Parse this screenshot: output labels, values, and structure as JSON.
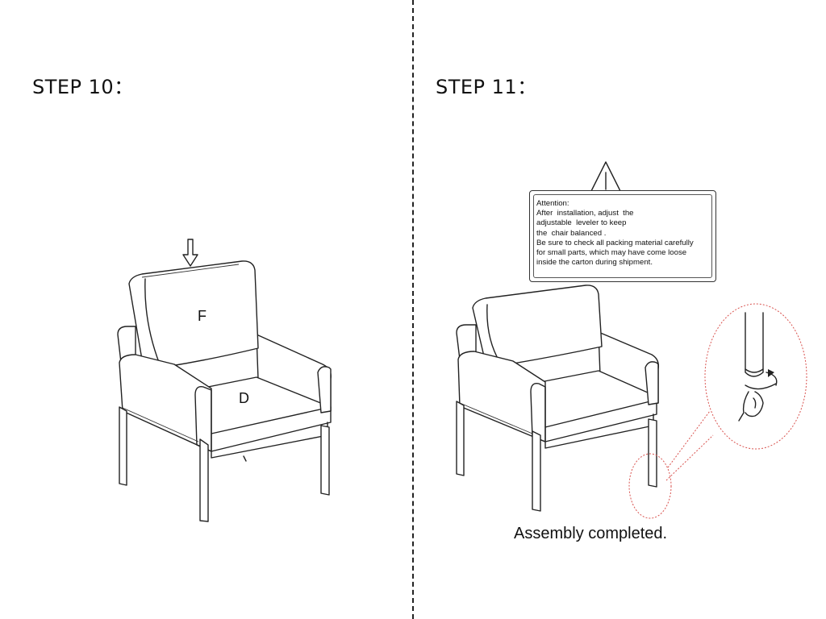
{
  "step10": {
    "title": "STEP 10：",
    "parts": {
      "back_cushion": "F",
      "seat_cushion": "D"
    }
  },
  "step11": {
    "title": "STEP 11：",
    "attention_lines": [
      "Attention:",
      "After  installation, adjust  the",
      "adjustable  leveler to keep",
      "the  chair balanced .",
      "Be sure to check all packing material carefully",
      "for small parts, which may have come loose",
      "inside the carton during shipment."
    ],
    "completion_text": "Assembly completed."
  },
  "colors": {
    "line": "#222222",
    "detail_callout": "#d9534f",
    "background": "#ffffff"
  },
  "icons": [
    "down-arrow-icon",
    "warning-triangle-icon",
    "rotate-arrow-icon"
  ]
}
